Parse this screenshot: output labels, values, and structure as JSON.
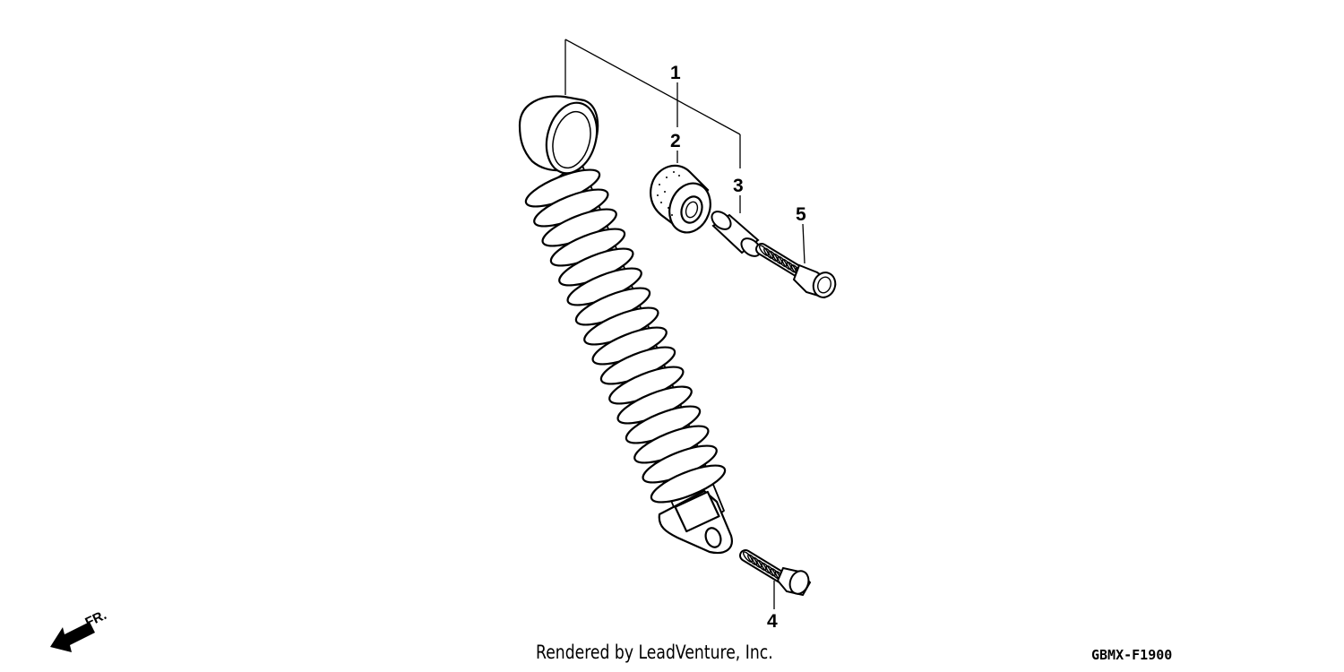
{
  "callouts": {
    "c1": "1",
    "c2": "2",
    "c3": "3",
    "c4": "4",
    "c5": "5"
  },
  "front_indicator": "FR.",
  "footer": {
    "credit": "Rendered by LeadVenture, Inc.",
    "diagram_code": "GBMX-F1900"
  },
  "colors": {
    "line": "#000000",
    "background": "#ffffff"
  }
}
